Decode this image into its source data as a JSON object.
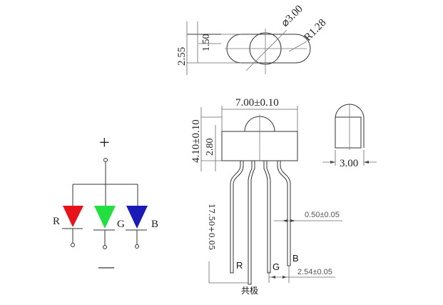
{
  "top_view": {
    "dim_height_outer": "2.55",
    "dim_height_inner": "1.50",
    "dim_diameter": "⌀3.00",
    "dim_radius": "R1.28"
  },
  "front_view": {
    "dim_width": "7.00±0.10",
    "dim_total_height": "4.10±0.10",
    "dim_body_height": "2.80",
    "dim_lead_length": "17.50+0.05",
    "dim_lead_width": "0.50±0.05",
    "dim_lead_pitch": "2.54±0.05",
    "pin_labels": [
      "R",
      "共极",
      "G",
      "B"
    ]
  },
  "side_view": {
    "dim_depth": "3.00"
  },
  "schematic": {
    "plus_label": "+",
    "minus_label": "—",
    "diodes": [
      {
        "label": "R",
        "color": "#e8121a"
      },
      {
        "label": "G",
        "color": "#22e040"
      },
      {
        "label": "B",
        "color": "#1a1ab8"
      }
    ]
  }
}
